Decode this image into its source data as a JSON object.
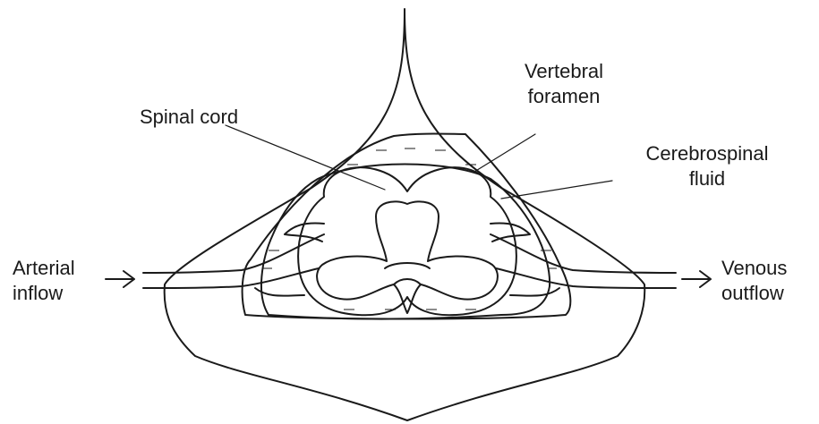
{
  "labels": {
    "spinal_cord": "Spinal cord",
    "vertebral_foramen_line1": "Vertebral",
    "vertebral_foramen_line2": "foramen",
    "csf_line1": "Cerebrospinal",
    "csf_line2": "fluid",
    "arterial_line1": "Arterial",
    "arterial_line2": "inflow",
    "venous_line1": "Venous",
    "venous_line2": "outflow"
  }
}
